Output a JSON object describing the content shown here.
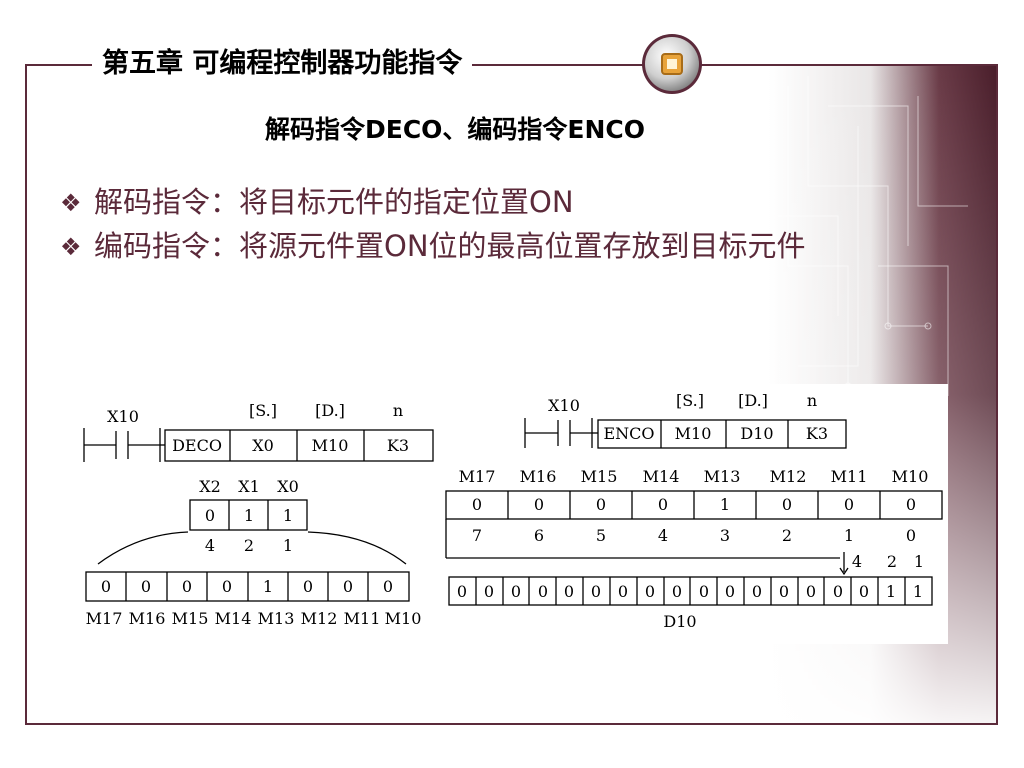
{
  "header": {
    "title": "第五章 可编程控制器功能指令"
  },
  "subtitle": "解码指令DECO、编码指令ENCO",
  "bullets": [
    {
      "marker": "❖",
      "text": "解码指令：将目标元件的指定位置ON"
    },
    {
      "marker": "❖",
      "text": "编码指令：将源元件置ON位的最高位置存放到目标元件"
    }
  ],
  "deco_diagram": {
    "contact": "X10",
    "op_labels": [
      "[S.]",
      "[D.]",
      "n"
    ],
    "instruction": [
      "DECO",
      "X0",
      "M10",
      "K3"
    ],
    "src_labels": [
      "X2",
      "X1",
      "X0"
    ],
    "src_values": [
      "0",
      "1",
      "1"
    ],
    "weights": [
      "4",
      "2",
      "1"
    ],
    "dest_values": [
      "0",
      "0",
      "0",
      "0",
      "1",
      "0",
      "0",
      "0"
    ],
    "dest_labels": [
      "M17",
      "M16",
      "M15",
      "M14",
      "M13",
      "M12",
      "M11",
      "M10"
    ]
  },
  "enco_diagram": {
    "contact": "X10",
    "op_labels": [
      "[S.]",
      "[D.]",
      "n"
    ],
    "instruction": [
      "ENCO",
      "M10",
      "D10",
      "K3"
    ],
    "src_labels": [
      "M17",
      "M16",
      "M15",
      "M14",
      "M13",
      "M12",
      "M11",
      "M10"
    ],
    "src_values": [
      "0",
      "0",
      "0",
      "0",
      "1",
      "0",
      "0",
      "0"
    ],
    "bit_index": [
      "7",
      "6",
      "5",
      "4",
      "3",
      "2",
      "1",
      "0"
    ],
    "weights": [
      "4",
      "2",
      "1"
    ],
    "dest_values": [
      "0",
      "0",
      "0",
      "0",
      "0",
      "0",
      "0",
      "0",
      "0",
      "0",
      "0",
      "0",
      "0",
      "0",
      "0",
      "0",
      "1",
      "1"
    ],
    "dest_label": "D10"
  }
}
